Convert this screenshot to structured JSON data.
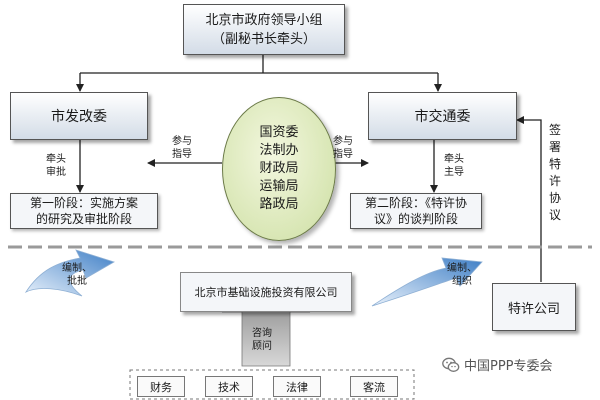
{
  "top_box": {
    "line1": "北京市政府领导小组",
    "line2": "（副秘书长牵头）"
  },
  "left_commission": "市发改委",
  "right_commission": "市交通委",
  "center_agencies": [
    "国资委",
    "法制办",
    "财政局",
    "运输局",
    "路政局"
  ],
  "labels": {
    "guide_left": [
      "参与",
      "指导"
    ],
    "guide_right": [
      "参与",
      "指导"
    ],
    "lead_approve": [
      "牵头",
      "审批"
    ],
    "lead_host": [
      "牵头",
      "主导"
    ],
    "sign_agreement": [
      "签",
      "署",
      "特",
      "许",
      "协",
      "议"
    ],
    "compile_approve": [
      "编制、",
      "批批"
    ],
    "compile_organize": [
      "编制、",
      "组织"
    ],
    "consult": [
      "咨询",
      "顾问"
    ]
  },
  "phase1": [
    "第一阶段：实施方案",
    "的研究及审批阶段"
  ],
  "phase2": [
    "第二阶段：《特许协",
    "议》的谈判阶段"
  ],
  "company": "北京市基础设施投资有限公司",
  "concession_company": "特许公司",
  "categories": [
    "财务",
    "技术",
    "法律",
    "客流"
  ],
  "watermark": {
    "text": "中国PPP专委会",
    "icon": "wechat-icon"
  }
}
